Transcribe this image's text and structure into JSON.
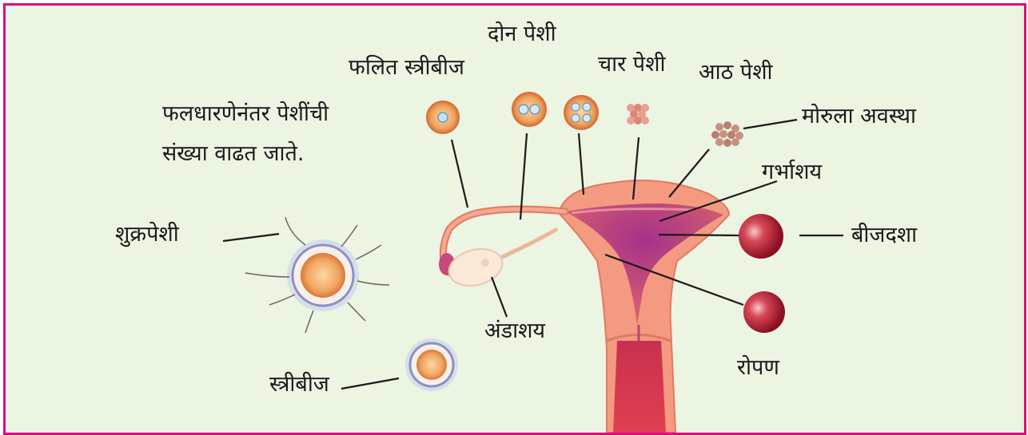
{
  "labels": {
    "two_cells": "दोन पेशी",
    "fertilized_egg": "फलित स्त्रीबीज",
    "four_cells": "चार पेशी",
    "eight_cells": "आठ पेशी",
    "note_line1": "फलधारणेनंतर  पेशींची",
    "note_line2": "संख्या वाढत जाते.",
    "morula": "मोरुला अवस्था",
    "uterus": "गर्भाशय",
    "sperm": "शुक्रपेशी",
    "blastocyst": "बीजदशा",
    "ovary": "अंडाशय",
    "implantation": "रोपण",
    "ovum": "स्त्रीबीज"
  },
  "colors": {
    "border": "#d6107c",
    "background": "#ecf4e2",
    "uterus_outer": "#f08a70",
    "uterus_inner": "#b8427a",
    "embryo_red": "#a3152a"
  }
}
